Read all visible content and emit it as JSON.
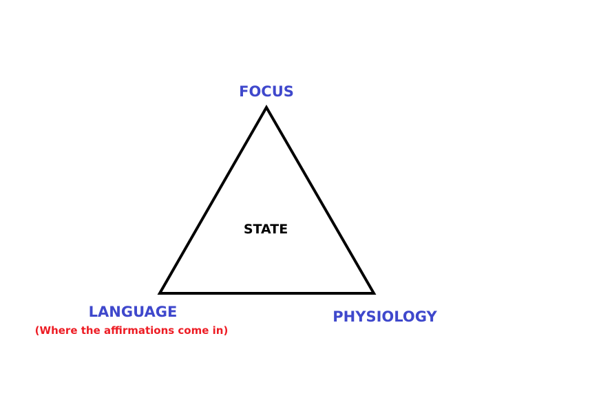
{
  "diagram": {
    "center_label": "STATE",
    "vertices": {
      "top": "FOCUS",
      "bottom_left": "LANGUAGE",
      "bottom_right": "PHYSIOLOGY"
    },
    "note": "(Where the affirmations come in)",
    "colors": {
      "vertex_label": "#3f48cc",
      "note": "#ed1c24",
      "center": "#000000",
      "triangle": "#000000"
    }
  }
}
